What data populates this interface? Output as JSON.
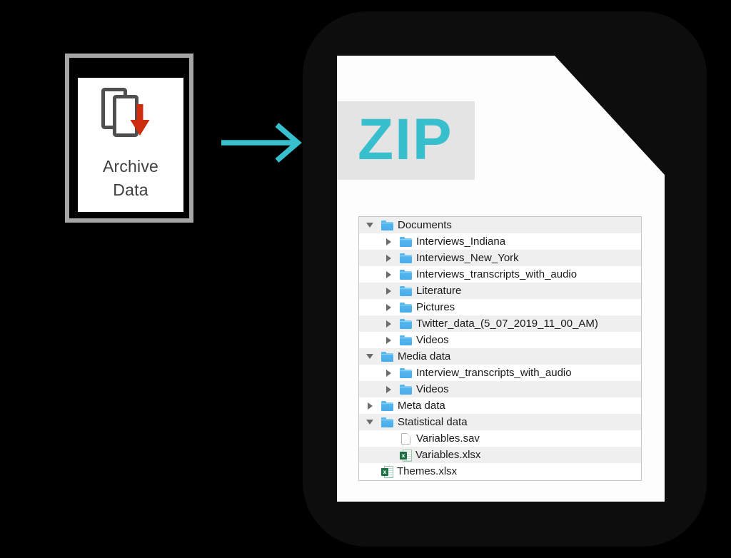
{
  "colors": {
    "background": "#000000",
    "accent_teal": "#38bfce",
    "archive_arrow_red": "#cc2d0f",
    "banner_bg": "#e4e4e4",
    "tree_row_alt": "#efefef",
    "folder_blue": "#55b7ef"
  },
  "archive_tool": {
    "label_line1": "Archive",
    "label_line2": "Data",
    "icon": "archive-download-icon"
  },
  "flow_arrow": {
    "icon": "right-arrow-icon",
    "color": "#38bfce"
  },
  "zip_document": {
    "badge_label": "ZIP",
    "file_tree": {
      "rows": [
        {
          "label": "Documents",
          "level": 0,
          "type": "folder",
          "state": "expanded"
        },
        {
          "label": "Interviews_Indiana",
          "level": 1,
          "type": "folder",
          "state": "collapsed"
        },
        {
          "label": "Interviews_New_York",
          "level": 1,
          "type": "folder",
          "state": "collapsed"
        },
        {
          "label": "Interviews_transcripts_with_audio",
          "level": 1,
          "type": "folder",
          "state": "collapsed"
        },
        {
          "label": "Literature",
          "level": 1,
          "type": "folder",
          "state": "collapsed"
        },
        {
          "label": "Pictures",
          "level": 1,
          "type": "folder",
          "state": "collapsed"
        },
        {
          "label": "Twitter_data_(5_07_2019_11_00_AM)",
          "level": 1,
          "type": "folder",
          "state": "collapsed"
        },
        {
          "label": "Videos",
          "level": 1,
          "type": "folder",
          "state": "collapsed"
        },
        {
          "label": "Media data",
          "level": 0,
          "type": "folder",
          "state": "expanded"
        },
        {
          "label": "Interview_transcripts_with_audio",
          "level": 1,
          "type": "folder",
          "state": "collapsed"
        },
        {
          "label": "Videos",
          "level": 1,
          "type": "folder",
          "state": "collapsed"
        },
        {
          "label": "Meta data",
          "level": 0,
          "type": "folder",
          "state": "collapsed"
        },
        {
          "label": "Statistical data",
          "level": 0,
          "type": "folder",
          "state": "expanded"
        },
        {
          "label": "Variables.sav",
          "level": 1,
          "type": "file-sav",
          "state": "none"
        },
        {
          "label": "Variables.xlsx",
          "level": 1,
          "type": "file-xlsx",
          "state": "none"
        },
        {
          "label": "Themes.xlsx",
          "level": 0,
          "type": "file-xlsx",
          "state": "none"
        }
      ]
    }
  }
}
